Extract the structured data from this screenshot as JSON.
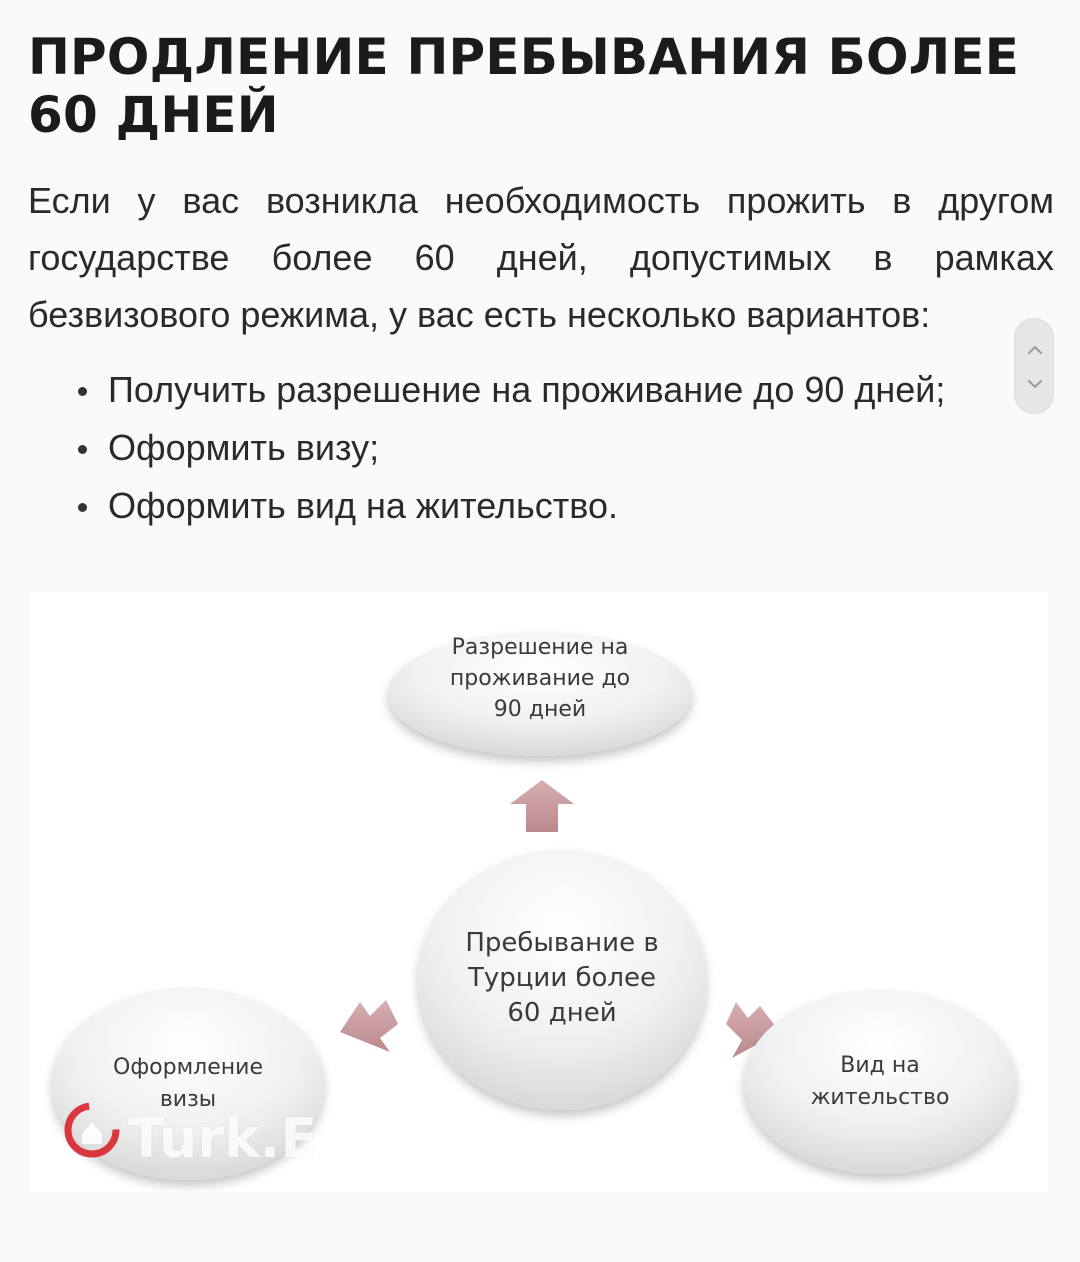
{
  "article": {
    "title": "ПРОДЛЕНИЕ ПРЕБЫВАНИЯ БОЛЕЕ 60 ДНЕЙ",
    "intro": "Если у вас возникла необходимость прожить в другом государстве более 60 дней, допустимых в рамках безвизового режима, у вас есть несколько вариантов:",
    "options": [
      "Получить разрешение на проживание до 90 дней;",
      "Оформить визу;",
      "Оформить вид на жительство."
    ]
  },
  "diagram": {
    "center": "Пребывание в\nТурции более\n60 дней",
    "top": "Разрешение на\nпроживание до\n90 дней",
    "left": "Оформление\nвизы",
    "right": "Вид на\nжительство",
    "watermark": "Turk.E",
    "colors": {
      "arrow": "#c99a9e",
      "logo_red": "#d9363e"
    }
  },
  "scroll": {
    "up_icon": "chevron-up-icon",
    "down_icon": "chevron-down-icon"
  }
}
